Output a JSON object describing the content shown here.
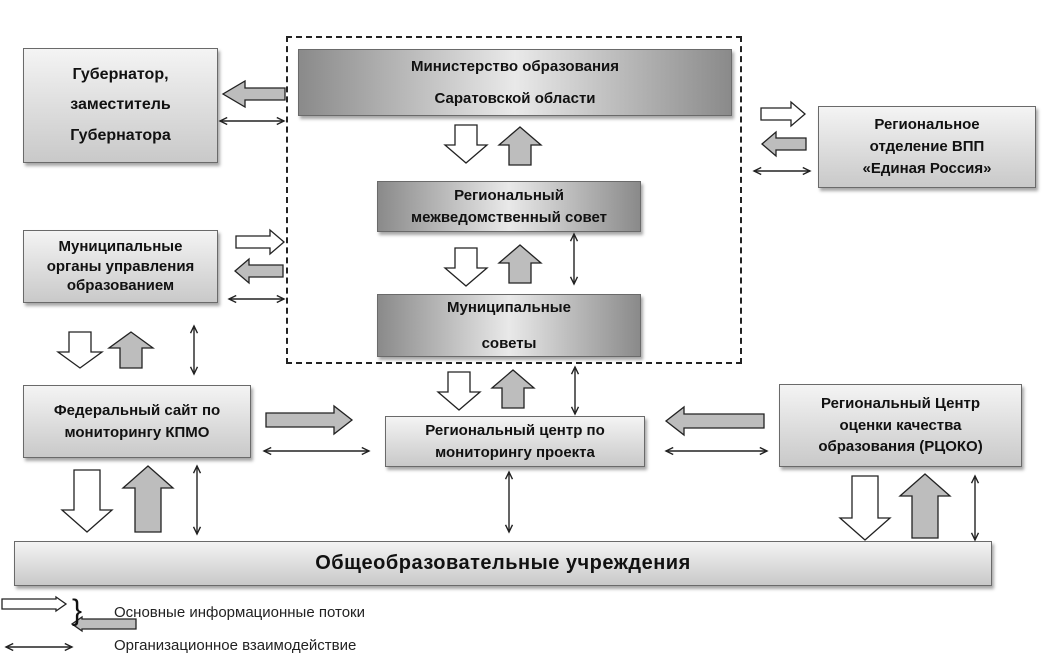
{
  "boxes": {
    "ministry": "Министерство образования\nСаратовской области",
    "governor": "Губернатор,\nзаместитель\nГубернатора",
    "party": "Региональное\nотделение ВПП\n«Единая Россия»",
    "interagency": "Региональный\nмежведомственный совет",
    "municipal_bodies": "Муниципальные\nорганы управления\nобразованием",
    "municipal_councils": "Муниципальные\nсоветы",
    "federal_site": "Федеральный сайт  по\nмониторингу КПМО",
    "monitoring_center": "Региональный центр по\nмониторингу проекта",
    "rcoko": "Региональный Центр\nоценки качества\nобразования (РЦОКО)",
    "schools": "Общеобразовательные  учреждения"
  },
  "legend": {
    "main_flows": "Основные информационные потоки",
    "org_interaction": "Организационное взаимодействие"
  },
  "colors": {
    "arrow_fill": "#bdbdbd",
    "arrow_stroke": "#222222"
  }
}
